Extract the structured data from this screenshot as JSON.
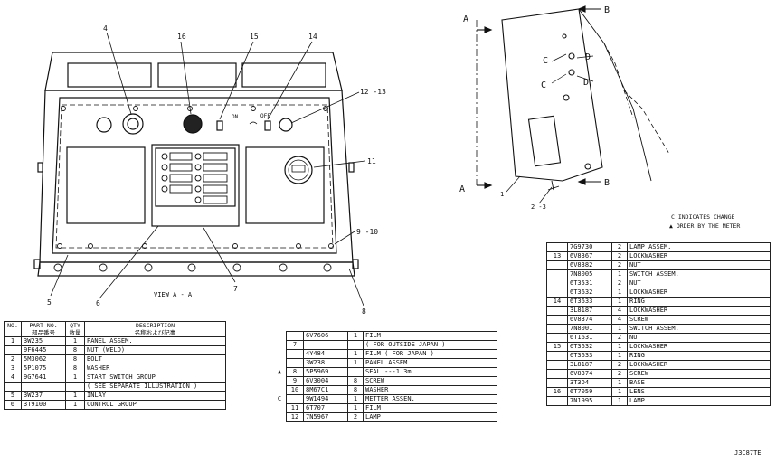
{
  "callouts": {
    "c1": "1",
    "c2_3": "2 -3",
    "c4": "4",
    "c5": "5",
    "c6": "6",
    "c7": "7",
    "c8": "8",
    "c9_10": "9 -10",
    "c11": "11",
    "c12_13": "12 -13",
    "c14": "14",
    "c15": "15",
    "c16": "16"
  },
  "panel_marks": {
    "on": "ON",
    "off": "OFF"
  },
  "view_label": "VIEW A - A",
  "section_letters": {
    "a": "A",
    "b": "B",
    "c": "C",
    "d": "D"
  },
  "change_note": {
    "line1": "C INDICATES CHANGE",
    "line2": "▲ ORDER BY THE METER"
  },
  "drawing_number": "J3C87TE",
  "table_left": {
    "headers": {
      "no": "NO.",
      "part_no": "PART NO.",
      "part_no_jp": "部品番号",
      "qty": "QTY",
      "qty_jp": "数量",
      "desc": "DESCRIPTION",
      "desc_jp": "名称および記事"
    },
    "rows": [
      {
        "no": "1",
        "part": "3W235",
        "qty": "1",
        "desc": "PANEL ASSEM."
      },
      {
        "no": "",
        "part": "9F6445",
        "qty": "8",
        "desc": "  NUT (WELD)"
      },
      {
        "no": "2",
        "part": "5M3062",
        "qty": "8",
        "desc": "BOLT"
      },
      {
        "no": "3",
        "part": "5P1075",
        "qty": "8",
        "desc": "WASHER"
      },
      {
        "no": "4",
        "part": "9G7641",
        "qty": "1",
        "desc": "START SWITCH GROUP"
      },
      {
        "no": "",
        "part": "",
        "qty": "",
        "desc": "( SEE SEPARATE ILLUSTRATION )"
      },
      {
        "no": "5",
        "part": "3W237",
        "qty": "1",
        "desc": "INLAY"
      },
      {
        "no": "6",
        "part": "3T9100",
        "qty": "1",
        "desc": "CONTROL GROUP"
      }
    ]
  },
  "table_mid": {
    "rows": [
      {
        "mark": "",
        "no": "",
        "part": "6V7606",
        "qty": "1",
        "desc": "FILM"
      },
      {
        "mark": "",
        "no": "7",
        "part": "",
        "qty": "",
        "desc": "  ( FOR OUTSIDE JAPAN )"
      },
      {
        "mark": "",
        "no": "",
        "part": "4Y484",
        "qty": "1",
        "desc": "FILM ( FOR JAPAN )"
      },
      {
        "mark": "",
        "no": "",
        "part": "3W238",
        "qty": "1",
        "desc": "PANEL ASSEM."
      },
      {
        "mark": "▲",
        "no": "8",
        "part": "5P5969",
        "qty": "",
        "desc": "  SEAL ---1.3m"
      },
      {
        "mark": "",
        "no": "9",
        "part": "6V3004",
        "qty": "8",
        "desc": "SCREW"
      },
      {
        "mark": "",
        "no": "10",
        "part": "8M67C1",
        "qty": "8",
        "desc": "WASHER"
      },
      {
        "mark": "C",
        "no": "",
        "part": "9W1494",
        "qty": "1",
        "desc": "METTER ASSEN."
      },
      {
        "mark": "",
        "no": "11",
        "part": "6T707",
        "qty": "1",
        "desc": "  FILM"
      },
      {
        "mark": "",
        "no": "12",
        "part": "7N5967",
        "qty": "2",
        "desc": "LAMP"
      }
    ]
  },
  "table_right": {
    "rows": [
      {
        "no": "",
        "part": "7G9730",
        "qty": "2",
        "desc": "LAMP ASSEM."
      },
      {
        "no": "13",
        "part": "6V8367",
        "qty": "2",
        "desc": "  LOCKWASHER"
      },
      {
        "no": "",
        "part": "6V8382",
        "qty": "2",
        "desc": "  NUT"
      },
      {
        "no": "",
        "part": "7N8005",
        "qty": "1",
        "desc": "SWITCH ASSEM."
      },
      {
        "no": "",
        "part": "6T3531",
        "qty": "2",
        "desc": "  NUT"
      },
      {
        "no": "",
        "part": "6T3632",
        "qty": "1",
        "desc": "  LOCKWASHER"
      },
      {
        "no": "14",
        "part": "6T3633",
        "qty": "1",
        "desc": "  RING"
      },
      {
        "no": "",
        "part": "3L8187",
        "qty": "4",
        "desc": "  LOCKWASHER"
      },
      {
        "no": "",
        "part": "6V8374",
        "qty": "4",
        "desc": "  SCREW"
      },
      {
        "no": "",
        "part": "7N8001",
        "qty": "1",
        "desc": "SWITCH ASSEM."
      },
      {
        "no": "",
        "part": "6T1631",
        "qty": "2",
        "desc": "  NUT"
      },
      {
        "no": "15",
        "part": "6T3632",
        "qty": "1",
        "desc": "  LOCKWASHER"
      },
      {
        "no": "",
        "part": "6T3633",
        "qty": "1",
        "desc": "  RING"
      },
      {
        "no": "",
        "part": "3L8187",
        "qty": "2",
        "desc": "  LOCKWASHER"
      },
      {
        "no": "",
        "part": "6V8374",
        "qty": "2",
        "desc": "  SCREW"
      },
      {
        "no": "",
        "part": "3T3D4",
        "qty": "1",
        "desc": "BASE"
      },
      {
        "no": "16",
        "part": "6T7059",
        "qty": "1",
        "desc": "LENS"
      },
      {
        "no": "",
        "part": "7N1995",
        "qty": "1",
        "desc": "LAMP"
      }
    ]
  }
}
